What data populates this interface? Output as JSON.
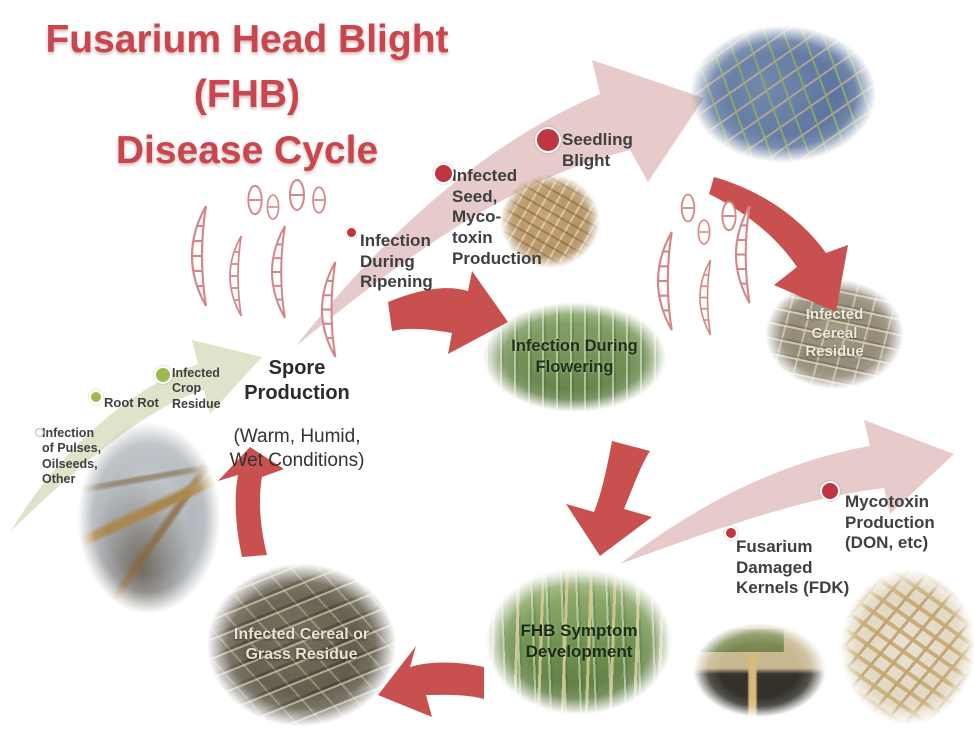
{
  "title": {
    "line1": "Fusarium Head Blight (FHB)",
    "line2": "Disease Cycle"
  },
  "stages": {
    "spore_production_title": "Spore\nProduction",
    "spore_production_conditions": "(Warm, Humid,\nWet Conditions)",
    "infection_during_ripening": "Infection\nDuring\nRipening",
    "infected_seed_mycotoxin": "Infected\nSeed,\nMyco-\ntoxin\nProduction",
    "seedling_blight": "Seedling\nBlight",
    "infection_during_flowering": "Infection During\nFlowering",
    "infected_cereal_residue": "Infected\nCereal\nResidue",
    "fhb_symptom_development": "FHB Symptom\nDevelopment",
    "infected_cereal_or_grass_residue": "Infected Cereal or\nGrass Residue",
    "fusarium_damaged_kernels": "Fusarium\nDamaged\nKernels (FDK)",
    "mycotoxin_production": "Mycotoxin\nProduction\n(DON, etc)",
    "root_rot": "Root Rot",
    "infected_crop_residue": "Infected\nCrop\nResidue",
    "infection_of_pulses": "Infection\nof Pulses,\nOilseeds,\nOther"
  },
  "colors": {
    "title_red": "#c8474e",
    "arrow_red": "#c8504e",
    "ribbon_pink": "#e7cbca",
    "ribbon_green": "#dfe3c9",
    "dot_red": "#bf3540",
    "dot_green": "#9cba52",
    "spore_outline": "#d4878b"
  }
}
